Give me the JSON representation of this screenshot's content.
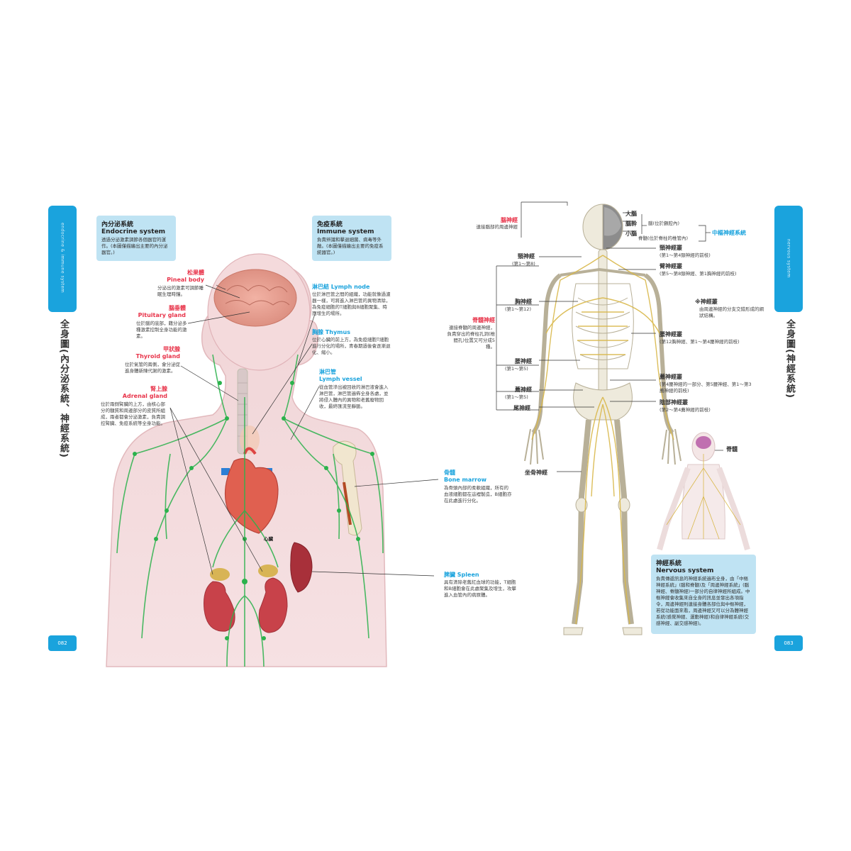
{
  "left_page": {
    "side_tab_subtitle": "endocrine & immune system",
    "vertical_title": "全身圖(內分泌系統、神經系統)",
    "page_number": "082",
    "endocrine_box": {
      "title_zh": "內分泌系統",
      "title_en": "Endocrine system",
      "desc": "透過分泌激素調節各個器官的運作。(本圖僅描繪出主要的內分泌器官。)"
    },
    "immune_box": {
      "title_zh": "免疫系統",
      "title_en": "Immune system",
      "desc": "負責辨識和擊退細菌、病毒等外敵。(本圖僅描繪出主要的免疫系統器官。)"
    },
    "pineal": {
      "zh": "松果體",
      "en": "Pineal body",
      "desc": "分泌出的激素可調節睡眠生理時鐘。"
    },
    "pituitary": {
      "zh": "腦垂體",
      "en": "Pituitary gland",
      "desc": "位於腦的底部，藉分泌多種激素控制全身功能的激素。"
    },
    "thyroid": {
      "zh": "甲狀腺",
      "en": "Thyroid gland",
      "desc": "位於氣管的兩側，會分泌促進身體新陳代謝的激素。"
    },
    "adrenal": {
      "zh": "腎上腺",
      "en": "Adrenal gland",
      "desc": "位於兩側腎臟的上方，由核心部分的髓質和周邊部分的皮質所組成，兩者都會分泌激素，負責調控腎臟、免疫系統等全身功能。"
    },
    "lymph_node": {
      "zh": "淋巴結",
      "en": "Lymph node",
      "desc": "位於淋巴管之間的組織，功能就像過濾器一樣，可將進入淋巴管的異物清除，為免疫細胞的T細胞與B細胞聚集、時而增生的場所。"
    },
    "thymus": {
      "zh": "胸腺",
      "en": "Thymus",
      "desc": "位於心臟的前上方，為免疫細胞T細胞進行分化的場所，青春期過後會逐漸退化、縮小。"
    },
    "lymph_vessel": {
      "zh": "淋巴管",
      "en": "Lymph vessel",
      "desc": "從血管滲出被回收的淋巴液會進入淋巴管，淋巴管遍佈全身各處，並將侵入體內的異物和老舊廢物回收，最終匯流至靜脈。"
    },
    "bone_marrow": {
      "zh": "骨髓",
      "en": "Bone marrow",
      "desc": "為骨頭內部的柔軟組織，所有的血液細胞都在這裡製造，B細胞亦在此處進行分化。"
    },
    "spleen": {
      "zh": "脾臟",
      "en": "Spleen",
      "desc": "具有清除老舊紅血球的功能，T細胞和B細胞會在此處聚集及增生，攻擊進入血管內的病原體。"
    },
    "heart_label": "心臟"
  },
  "right_page": {
    "side_tab_subtitle": "nervous system",
    "vertical_title": "全身圖(神經系統)",
    "page_number": "083",
    "cranial": {
      "zh": "腦神經",
      "desc": "連接腦部的周邊神經"
    },
    "spinal": {
      "zh": "脊髓神經",
      "desc": "連接脊髓的周邊神經，負責穿出的脊柱孔洞(椎間孔)位置又可分成5種。"
    },
    "cervical": {
      "zh": "頸神經",
      "range": "(第1～第8)"
    },
    "thoracic": {
      "zh": "胸神經",
      "range": "(第1～第12)"
    },
    "lumbar": {
      "zh": "腰神經",
      "range": "(第1～第5)"
    },
    "sacral": {
      "zh": "薦神經",
      "range": "(第1～第5)"
    },
    "coccygeal": {
      "zh": "尾神經"
    },
    "sciatic": {
      "zh": "坐骨神經"
    },
    "cerebrum": "大腦",
    "brainstem": "腦幹",
    "cerebellum": "小腦",
    "brain_note": "腦(位於顱腔內)",
    "spinal_cord_note": "脊髓(位於脊柱的椎管內)",
    "cns": "中樞神經系統",
    "cervical_plexus": {
      "zh": "頸神經叢",
      "desc": "(第1～第4頸神經的前枝)"
    },
    "brachial_plexus": {
      "zh": "臂神經叢",
      "desc": "(第5～第8頸神經、第1胸神經的前枝)"
    },
    "plexus_note": {
      "zh": "※神經叢",
      "desc": "由周邊神經的分支交錯形成的網狀結構。"
    },
    "lumbar_plexus": {
      "zh": "腰神經叢",
      "desc": "(第12胸神經、第1～第4腰神經的前枝)"
    },
    "sacral_plexus": {
      "zh": "薦神經叢",
      "desc": "(第4腰神經的一部分、第5腰神經、第1～第3薦神經的前枝)"
    },
    "pudendal_plexus": {
      "zh": "陰部神經叢",
      "desc": "(第2～第4薦神經的前枝)"
    },
    "spinal_cord_label": "脊髓",
    "nervous_box": {
      "title_zh": "神經系統",
      "title_en": "Nervous system",
      "desc": "負責傳遞訊息的神經系統遍布全身，由「中樞神經系統」(腦和脊髓)及「周邊神經系統」(腦神經、脊髓神經)一部分的自律神經所組成。中樞神經會收集來自全身的訊息並發出各項指令，周邊神經則連接身體各部位與中樞神經，若從功能面來看，周邊神經又可以分為體神經系統(感覺神經、運動神經)和自律神經系統(交感神經、副交感神經)。"
    }
  },
  "colors": {
    "accent": "#1aa3dd",
    "label_red": "#e8344a",
    "box_bg": "#bfe3f3",
    "lymph_green": "#2bb24c",
    "nerve_yellow": "#d9b84a"
  }
}
